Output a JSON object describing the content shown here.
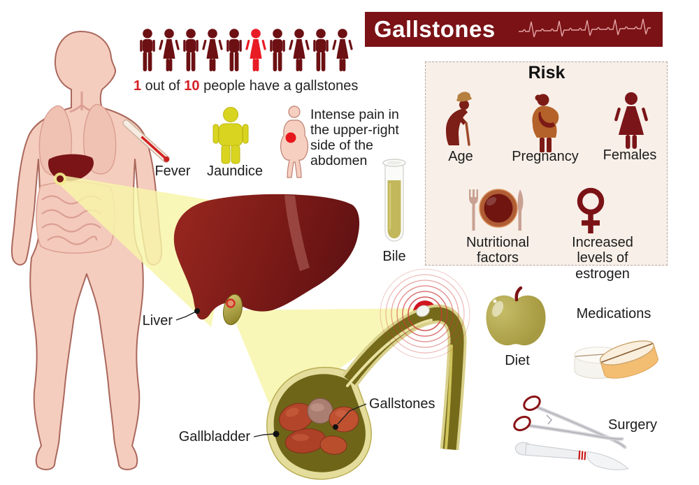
{
  "header": {
    "title": "Gallstones"
  },
  "statistic": {
    "number_highlight": "1",
    "out_of_text": " out of ",
    "total_highlight": "10",
    "rest_text": " people have a gallstones"
  },
  "symptoms": {
    "fever_label": "Fever",
    "jaundice_label": "Jaundice",
    "pain_text": "Intense pain in the upper-right side of the abdomen",
    "bile_label": "Bile"
  },
  "anatomy": {
    "liver_label": "Liver",
    "gallbladder_label": "Gallbladder",
    "gallstones_label": "Gallstones"
  },
  "risk_panel": {
    "title": "Risk",
    "age_label": "Age",
    "pregnancy_label": "Pregnancy",
    "females_label": "Females",
    "nutritional_line1": "Nutritional",
    "nutritional_line2": "factors",
    "estrogen_line1": "Increased",
    "estrogen_line2": "levels of estrogen"
  },
  "treatments": {
    "diet_label": "Diet",
    "medications_label": "Medications",
    "surgery_label": "Surgery"
  },
  "icons": [
    "person-man-icon",
    "person-woman-icon",
    "thermometer-icon",
    "jaundice-person-icon",
    "pain-body-icon",
    "bile-test-tube-icon",
    "ekg-heartbeat-icon",
    "elderly-man-icon",
    "pregnant-woman-icon",
    "female-icon",
    "plate-fork-knife-icon",
    "estrogen-symbol-icon",
    "apple-icon",
    "pills-icon",
    "forceps-icon",
    "scalpel-icon",
    "liver-icon",
    "gallbladder-icon"
  ],
  "colors": {
    "title_bar_bg": "#7a1216",
    "accent_red": "#e81c24",
    "dark_maroon": "#6d1013",
    "panel_bg": "#f9efe9",
    "beam_yellow": "#f8f5a8",
    "olive_green": "#746a1a",
    "liver_red": "#7c1a17",
    "skin_tone": "#f5cdbf",
    "jaundice_yellow": "#d9d41f"
  }
}
